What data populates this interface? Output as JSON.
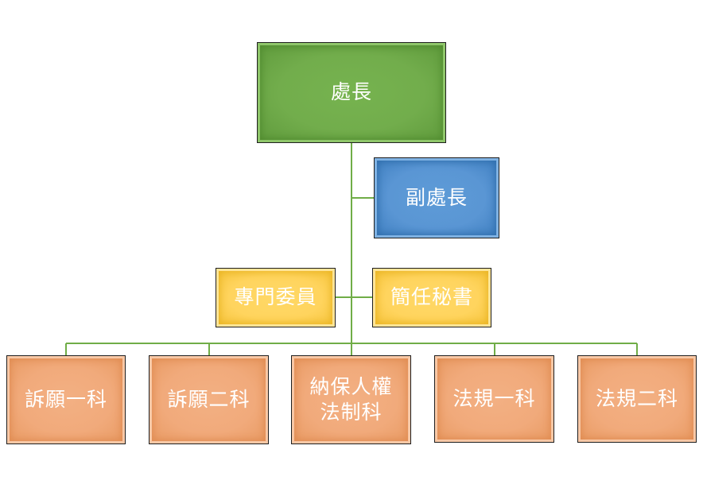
{
  "colors": {
    "connector": "#70ad47",
    "director": "#70ad47",
    "deputy": "#5b9bd5",
    "staff": "#ffd45e",
    "section": "#f1aa7b"
  },
  "nodes": {
    "director": {
      "label": "處長"
    },
    "deputy": {
      "label": "副處長"
    },
    "specialist": {
      "label": "專門委員"
    },
    "secretary": {
      "label": "簡任秘書"
    },
    "sections": [
      {
        "lines": [
          "訴願一科"
        ]
      },
      {
        "lines": [
          "訴願二科"
        ]
      },
      {
        "lines": [
          "納保人權",
          "法制科"
        ]
      },
      {
        "lines": [
          "法規一科"
        ]
      },
      {
        "lines": [
          "法規二科"
        ]
      }
    ]
  }
}
